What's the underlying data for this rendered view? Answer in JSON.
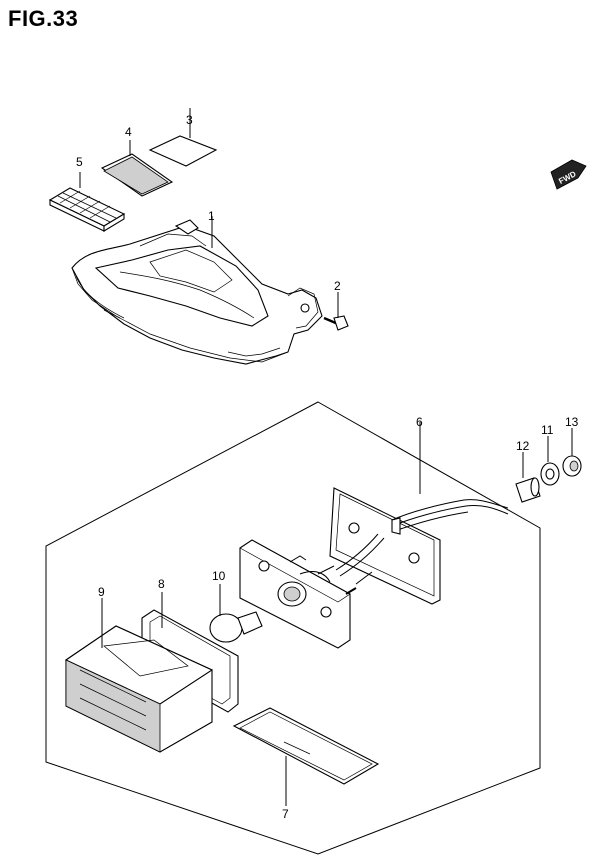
{
  "figure": {
    "title": "FIG.33"
  },
  "direction_badge": {
    "label": "FWD",
    "icon": "forward-arrow-icon"
  },
  "callouts": [
    "1",
    "2",
    "3",
    "4",
    "5",
    "6",
    "7",
    "8",
    "9",
    "10",
    "11",
    "12",
    "13"
  ]
}
